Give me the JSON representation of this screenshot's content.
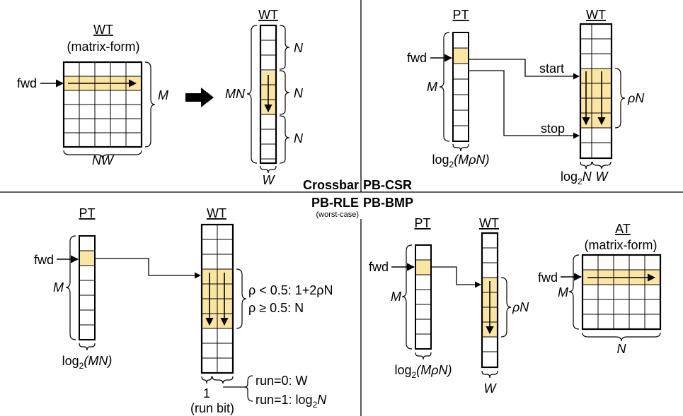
{
  "colors": {
    "highlight": "#fbe5a3",
    "line": "#000000",
    "background": "#ffffff"
  },
  "sections": {
    "crossbar": "Crossbar",
    "pb_csr": "PB-CSR",
    "pb_rle": "PB-RLE",
    "pb_rle_note": "(worst-case)",
    "pb_bmp": "PB-BMP"
  },
  "crossbar": {
    "wt_title": "WT",
    "matrix_form": "(matrix-form)",
    "fwd": "fwd",
    "m": "M",
    "nw": "NW",
    "col_title": "WT",
    "mn": "MN",
    "n1": "N",
    "n2": "N",
    "n3": "N",
    "w": "W"
  },
  "pb_csr": {
    "pt_title": "PT",
    "wt_title": "WT",
    "fwd": "fwd",
    "m": "M",
    "start": "start",
    "stop": "stop",
    "rho_n": "ρN",
    "pt_width_pre": "log",
    "pt_width_sub": "2",
    "pt_width_post": "(MρN)",
    "w_log_pre": "log",
    "w_log_sub": "2",
    "w_log_post": "N",
    "w": "W"
  },
  "pb_rle": {
    "pt_title": "PT",
    "wt_title": "WT",
    "fwd": "fwd",
    "m": "M",
    "rho_lt": "ρ < 0.5: 1+2ρN",
    "rho_ge": "ρ ≥ 0.5: N",
    "pt_width_pre": "log",
    "pt_width_sub": "2",
    "pt_width_post": "(MN)",
    "run_bit_one": "1",
    "run_bit_label": "(run bit)",
    "run0": "run=0: W",
    "run1_pre": "run=1: log",
    "run1_sub": "2",
    "run1_post": "N"
  },
  "pb_bmp": {
    "pt_title": "PT",
    "wt_title": "WT",
    "at_title": "AT",
    "matrix_form": "(matrix-form)",
    "fwd_pt": "fwd",
    "fwd_at": "fwd",
    "m_pt": "M",
    "m_at": "M",
    "rho_n": "ρN",
    "pt_width_pre": "log",
    "pt_width_sub": "2",
    "pt_width_post": "(MρN)",
    "w": "W",
    "n": "N"
  }
}
